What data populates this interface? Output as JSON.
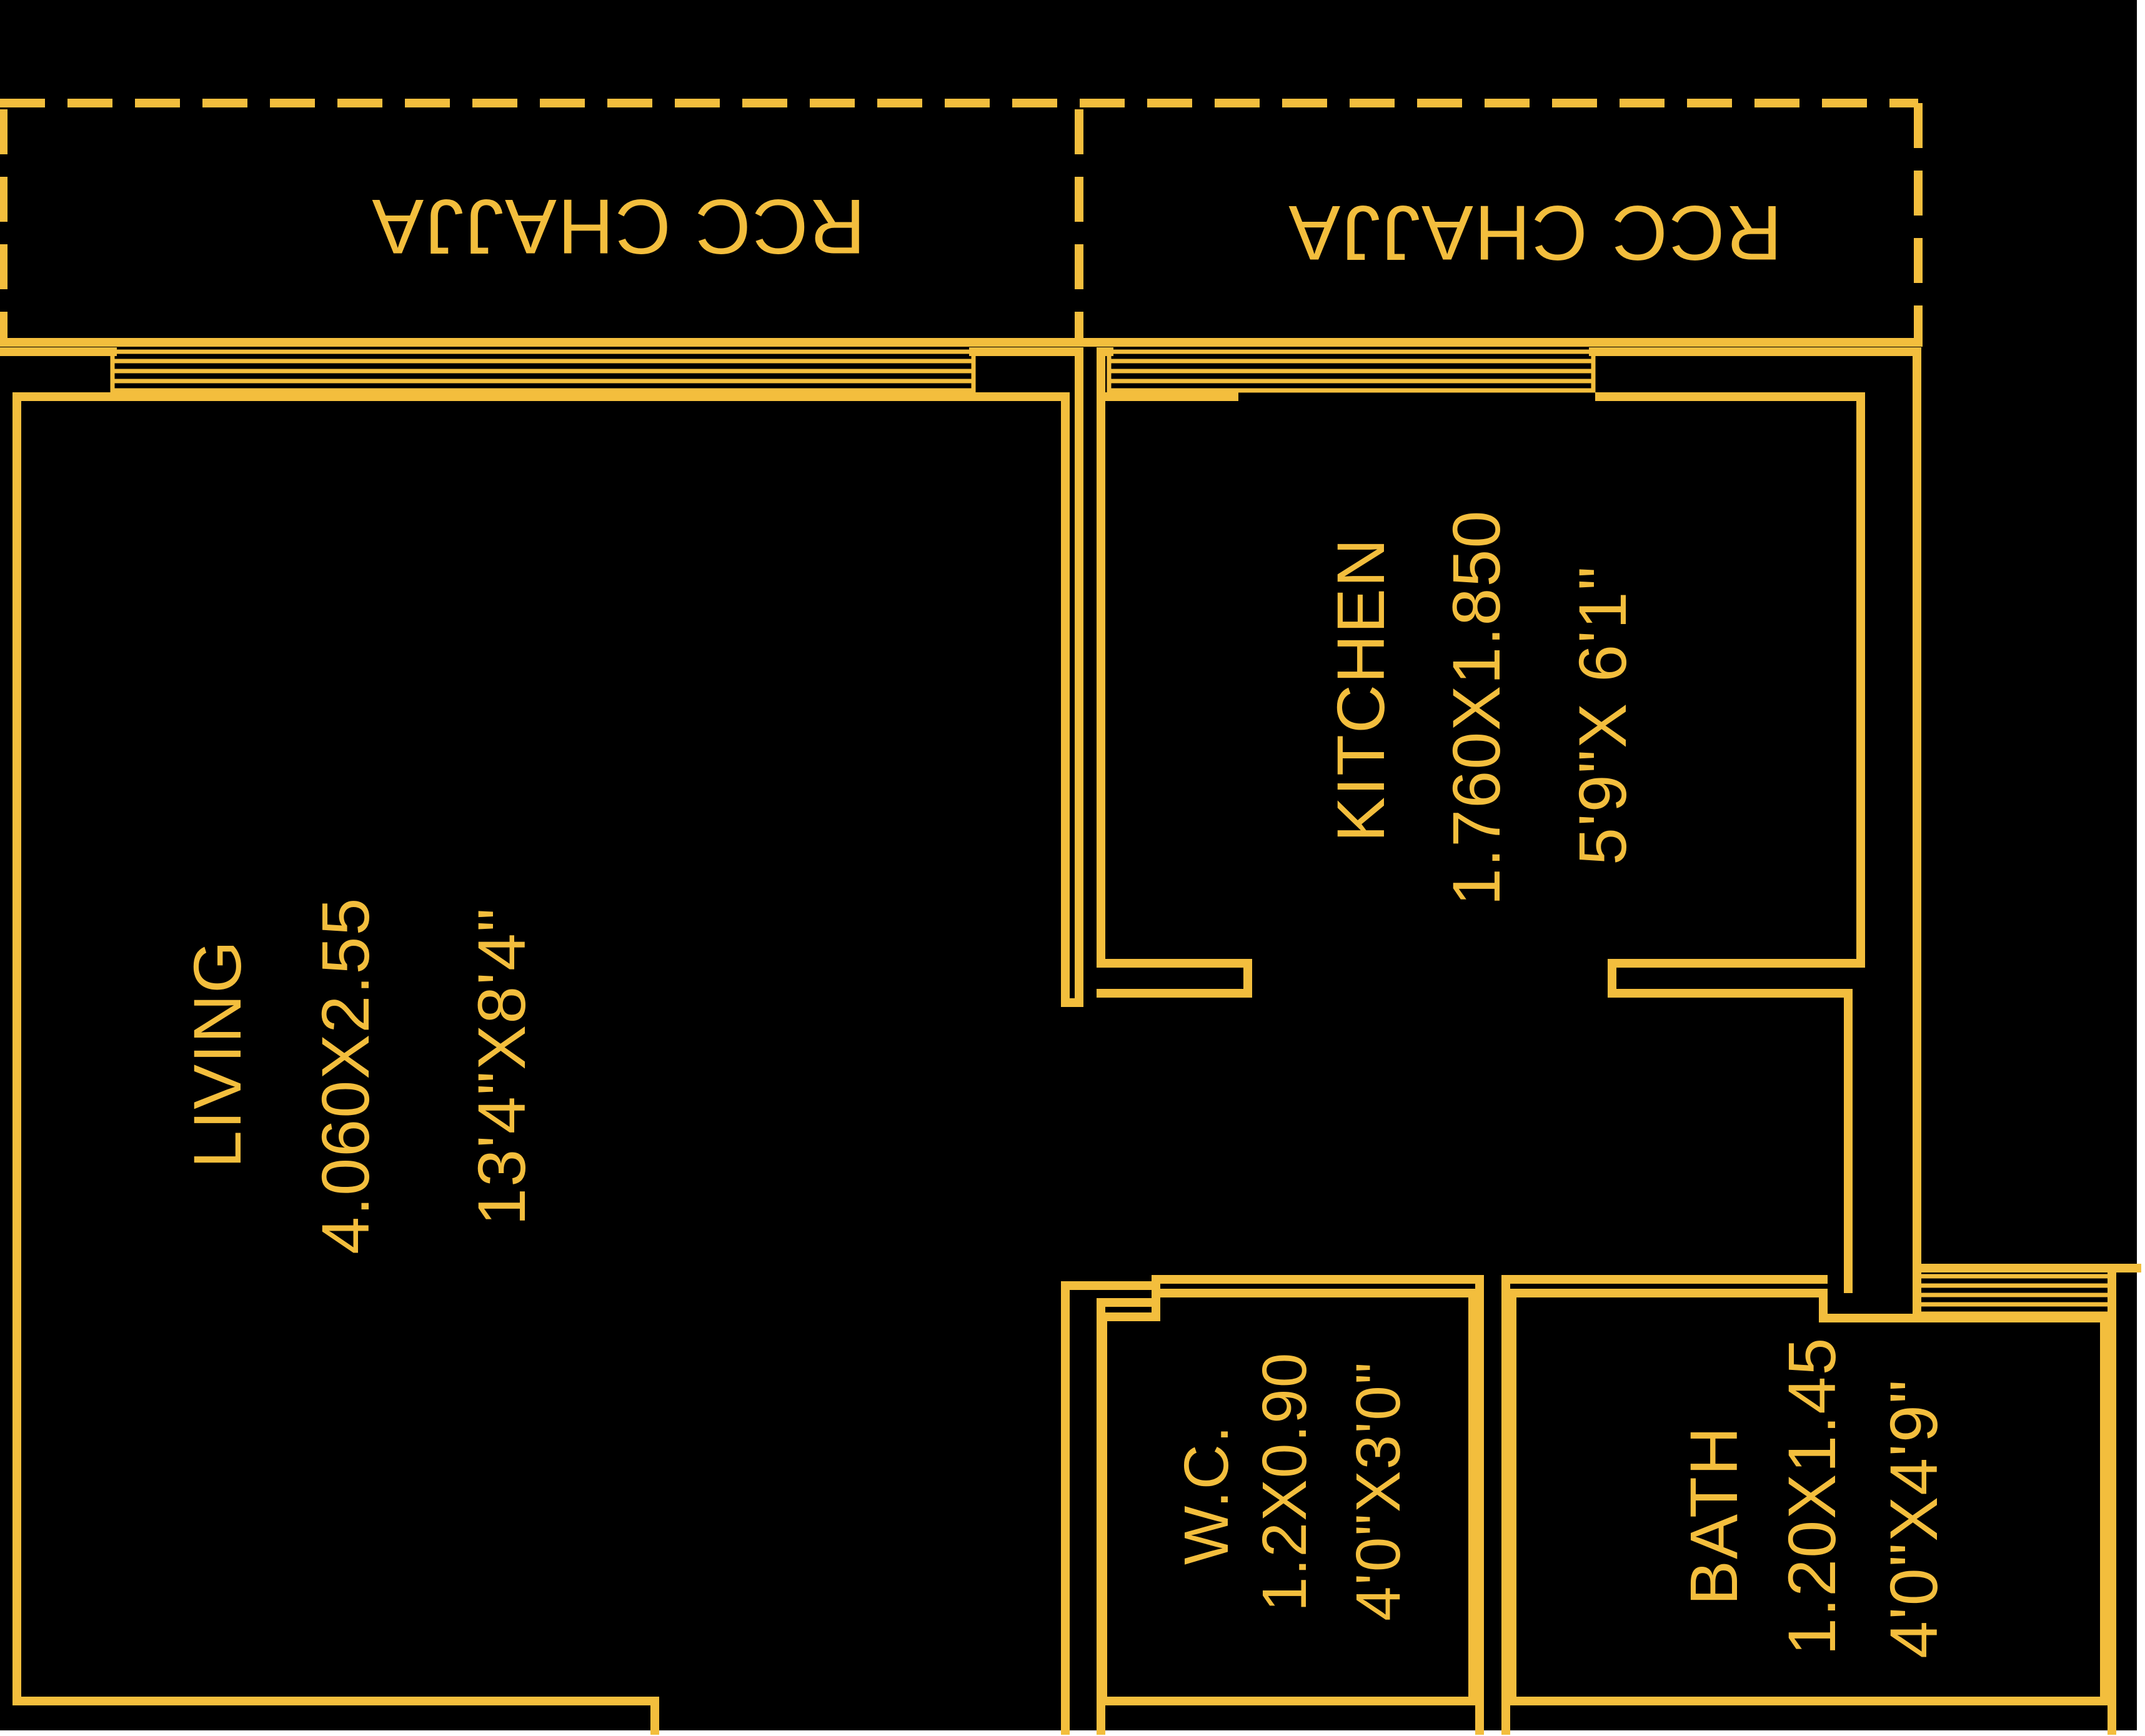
{
  "colors": {
    "background": "#000000",
    "lines": "#F3BE3D",
    "page": "#ffffff"
  },
  "chajja": [
    {
      "label": "RCC CHAJJA"
    },
    {
      "label": "RCC CHAJJA"
    }
  ],
  "rooms": {
    "living": {
      "name": "LIVING",
      "metric": "4.060X2.55",
      "imperial": "13'4\"X8'4\""
    },
    "kitchen": {
      "name": "KITCHEN",
      "metric": "1.760X1.850",
      "imperial": "5'9\"X 6'1\""
    },
    "wc": {
      "name": "W.C.",
      "metric": "1.2X0.90",
      "imperial": "4'0\"X3'0\""
    },
    "bath": {
      "name": "BATH",
      "metric": "1.20X1.45",
      "imperial": "4'0\"X4'9\""
    }
  }
}
